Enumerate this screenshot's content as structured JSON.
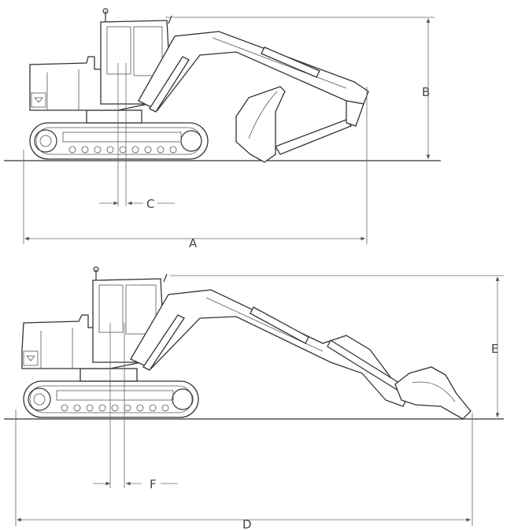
{
  "diagram": {
    "views": [
      {
        "view": "top",
        "labels": {
          "length": "A",
          "height": "B",
          "offset": "C"
        }
      },
      {
        "view": "bottom",
        "labels": {
          "length": "D",
          "height": "E",
          "offset": "F"
        }
      }
    ],
    "colors": {
      "line": "#333333",
      "background": "#ffffff"
    }
  }
}
